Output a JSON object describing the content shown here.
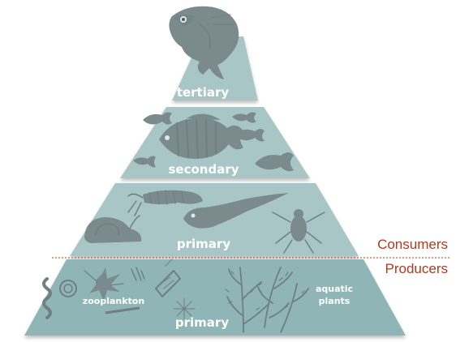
{
  "levels": [
    {
      "key": "tertiary",
      "label": "tertiary",
      "color": "#a9c6c7"
    },
    {
      "key": "secondary",
      "label": "secondary",
      "color": "#a9c6c7"
    },
    {
      "key": "primary_consumers",
      "label": "primary",
      "color": "#a9c6c7"
    },
    {
      "key": "primary_producers",
      "label": "primary",
      "color": "#8fb5b7"
    }
  ],
  "sides": {
    "upper": "Consumers",
    "lower": "Producers",
    "color": "#b03a1e"
  },
  "organisms": {
    "zooplankton": "zooplankton",
    "aquatic_plants_line1": "aquatic",
    "aquatic_plants_line2": "plants"
  },
  "icons": [
    "bass-icon",
    "bluegill-icon",
    "small-fish-icon",
    "snail-icon",
    "larva-icon",
    "tadpole-icon",
    "water-beetle-icon",
    "zooplankton-icon",
    "diatom-icon",
    "aquatic-plant-icon"
  ]
}
